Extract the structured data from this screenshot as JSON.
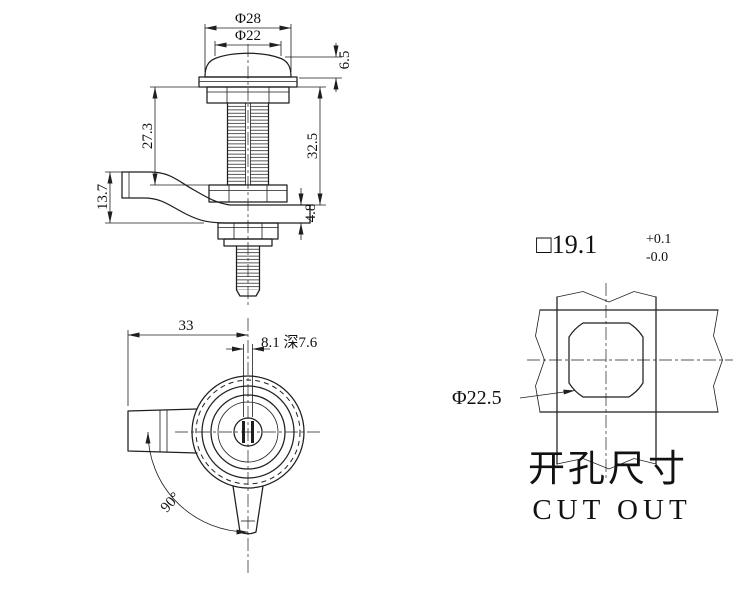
{
  "sheet": {
    "background": "#ffffff",
    "line_color": "#1f1f1f"
  },
  "side_view": {
    "dims": {
      "head_dia_outer": "Φ28",
      "head_dia_top": "Φ22",
      "head_height": "6.5",
      "body_length_left": "27.3",
      "body_length_right": "32.5",
      "arm_offset": "13.7",
      "pawl_thickness": "4.8"
    }
  },
  "front_view": {
    "dims": {
      "arm_length": "33",
      "slot_depth": "8.1 深7.6",
      "rotation_angle": "90°"
    }
  },
  "cutout_view": {
    "dims": {
      "square_size": "□19.1",
      "tolerance_upper": "+0.1",
      "tolerance_lower": "-0.0",
      "hole_dia": "Φ22.5"
    },
    "title_cn": "开孔尺寸",
    "title_en": "CUT OUT"
  }
}
